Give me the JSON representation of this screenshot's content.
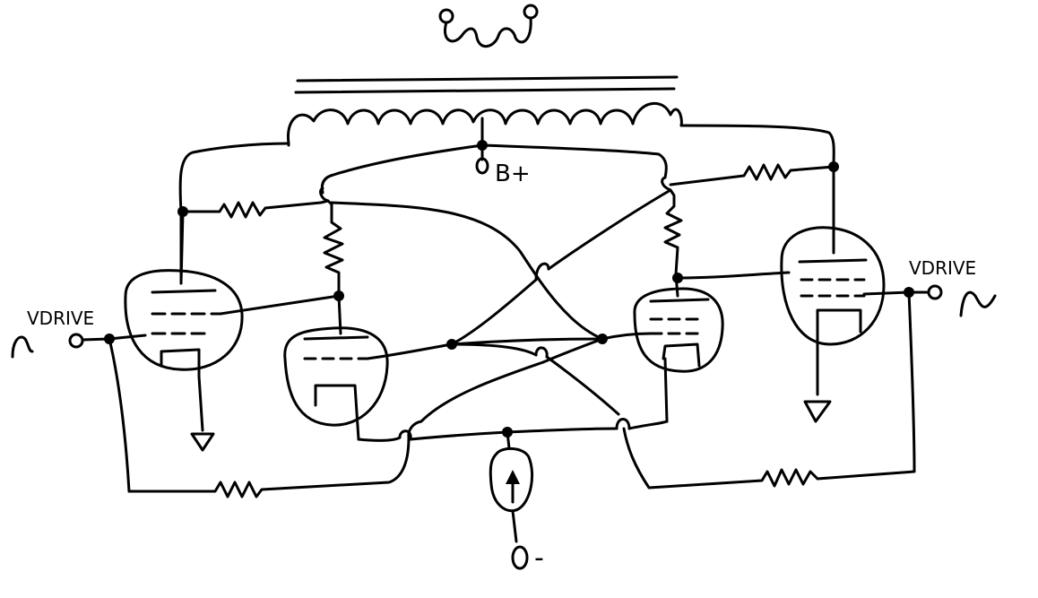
{
  "labels": {
    "b_plus": "B+",
    "minus": "-",
    "vdrive_left": "VDRIVE",
    "vdrive_right": "VDRIVE"
  },
  "colors": {
    "ink": "#000000",
    "paper": "#ffffff"
  }
}
